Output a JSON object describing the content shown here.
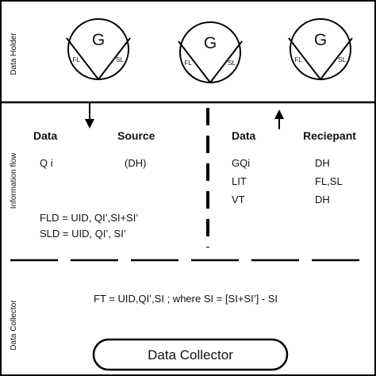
{
  "sections": {
    "holder_label": "Data Holder",
    "flow_label": "Information flow",
    "collector_label": "Data Collector"
  },
  "holders": [
    {
      "center": "G",
      "left": "FL",
      "right": "SL"
    },
    {
      "center": "G",
      "left": "FL",
      "right": "SL"
    },
    {
      "center": "G",
      "left": "FL",
      "right": "SL"
    }
  ],
  "left_table": {
    "header_data": "Data",
    "header_source": "Source",
    "row_data": "Q i",
    "row_source": "(DH)"
  },
  "right_table": {
    "header_data": "Data",
    "header_recipient": "Reciepant",
    "rows": [
      {
        "data": "GQi",
        "recipient": "DH"
      },
      {
        "data": "LIT",
        "recipient": "FL,SL"
      },
      {
        "data": "VT",
        "recipient": "DH"
      }
    ]
  },
  "formulas": {
    "fld": "FLD  =  UID, QI’,SI+SI’",
    "sld": "SLD  =  UID, QI’, SI’",
    "ft": "FT  =  UID,QI’,SI  ; where  SI  =  [SI+SI’] - SI"
  },
  "collector_box": "Data Collector"
}
